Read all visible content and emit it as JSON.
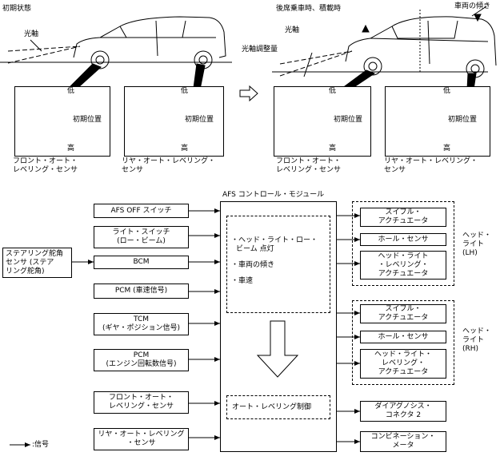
{
  "top": {
    "initial_state": "初期状態",
    "loaded_state": "後席乗車時、積載時",
    "vehicle_tilt": "車両の傾き",
    "optical_axis_left": "光軸",
    "optical_axis_right": "光軸",
    "axis_adjust_amount": "光軸調整量",
    "sensor_low": "低",
    "sensor_high": "高",
    "sensor_initial": "初期位置",
    "front_sensor_caption": [
      "フロント・オート・",
      "レベリング・センサ"
    ],
    "rear_sensor_caption": [
      "リヤ・オート・レベリング・",
      "センサ"
    ]
  },
  "module": {
    "title": "AFS コントロール・モジュール",
    "functions": [
      "・ヘッド・ライト・ロー・",
      "ビーム 点灯",
      "・車両の傾き",
      "・車速"
    ],
    "leveling_control": "オート・レベリング制御"
  },
  "inputs": {
    "afs_off": "AFS OFF スイッチ",
    "light_switch": [
      "ライト・スイッチ",
      "(ロー・ビーム)"
    ],
    "bcm": "BCM",
    "steering": [
      "ステアリング舵角",
      "センサ (ステア",
      "リング舵角)"
    ],
    "pcm_speed": "PCM (車速信号)",
    "tcm": [
      "TCM",
      "(ギヤ・ポジション信号)"
    ],
    "pcm_rpm": [
      "PCM",
      "(エンジン回転数信号)"
    ],
    "front_sensor": [
      "フロント・オート・",
      "レベリング・センサ"
    ],
    "rear_sensor": [
      "リヤ・オート・レベリング",
      "・センサ"
    ]
  },
  "outputs": {
    "lh_swivel": [
      "スイブル・",
      "アクチュエータ"
    ],
    "lh_hall": "ホール・センサ",
    "lh_leveling": [
      "ヘッド・ライト",
      "・レベリング・",
      "アクチュエータ"
    ],
    "lh_label": [
      "ヘッド・",
      "ライト",
      "(LH)"
    ],
    "rh_swivel": [
      "スイブル・",
      "アクチュエータ"
    ],
    "rh_hall": "ホール・センサ",
    "rh_leveling": [
      "ヘッド・ライト・",
      "レベリング・",
      "アクチュエータ"
    ],
    "rh_label": [
      "ヘッド・",
      "ライト",
      "(RH)"
    ],
    "dlc": [
      "ダイアグノシス・",
      "コネクタ 2"
    ],
    "meter": [
      "コンビネーション・",
      "メータ"
    ]
  },
  "legend": {
    "signal": ":信号"
  }
}
